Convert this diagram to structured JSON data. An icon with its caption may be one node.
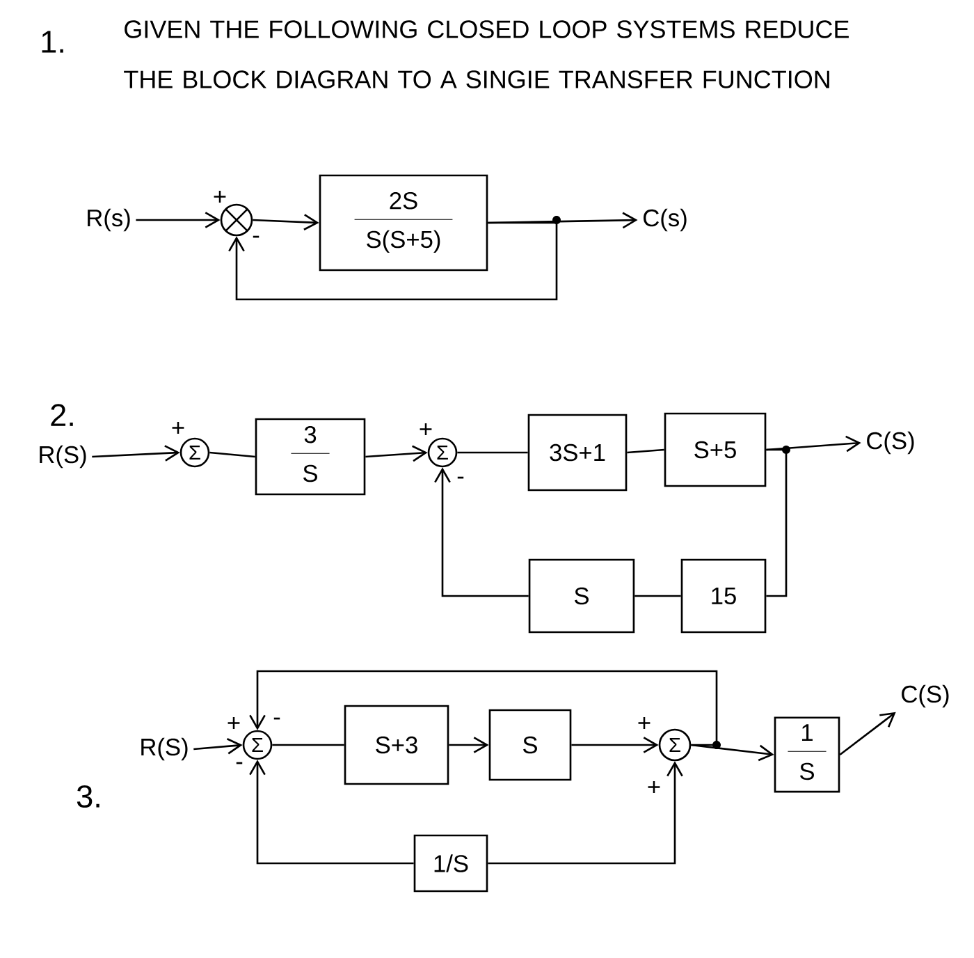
{
  "diagram": {
    "title": "GIVEN THE FOLLOWING CLOSED LOOP SYSTEMS REDUCE THE BLOCK DIAGRAN TO A SINGIE TRANSFER FUNCTION",
    "nodes": [
      {
        "text": [
          "R(s)"
        ]
      },
      {
        "text": [],
        "shape": "circle",
        "beside": [
          "+",
          "-"
        ]
      },
      {
        "text": [
          "2S",
          "S(S+5)"
        ]
      },
      {
        "text": [
          "C(s)"
        ]
      },
      {
        "text": [
          "R(S)"
        ]
      },
      {
        "text": [
          "Σ"
        ],
        "beside": [
          "+"
        ]
      },
      {
        "text": [
          "3",
          "S"
        ]
      },
      {
        "text": [
          "Σ"
        ],
        "beside": [
          "+",
          "-"
        ]
      },
      {
        "text": [
          "3S+1"
        ]
      },
      {
        "text": [
          "S+5"
        ]
      },
      {
        "text": [
          "C(S)"
        ]
      },
      {
        "text": [
          "S"
        ]
      },
      {
        "text": [
          "15"
        ]
      },
      {
        "text": [
          "R(S)"
        ]
      },
      {
        "text": [
          "Σ"
        ],
        "beside": [
          "+",
          "-",
          "-"
        ]
      },
      {
        "text": [
          "S+3"
        ]
      },
      {
        "text": [
          "S"
        ]
      },
      {
        "text": [
          "Σ"
        ],
        "beside": [
          "+",
          "+"
        ]
      },
      {
        "text": [
          "1",
          "S"
        ]
      },
      {
        "text": [
          "C(S)"
        ]
      },
      {
        "text": [
          "1/S"
        ]
      }
    ],
    "edges": [
      {
        "from": 0,
        "to": 1,
        "arrow": "to"
      },
      {
        "from": 1,
        "to": 2,
        "arrow": "to"
      },
      {
        "from": 2,
        "to": 3,
        "arrow": "to"
      },
      {
        "from": 2,
        "to": 1,
        "arrow": "to"
      },
      {
        "from": 4,
        "to": 5,
        "arrow": "to"
      },
      {
        "from": 5,
        "to": 6,
        "arrow": "none"
      },
      {
        "from": 6,
        "to": 7,
        "arrow": "to"
      },
      {
        "from": 7,
        "to": 8,
        "arrow": "none"
      },
      {
        "from": 8,
        "to": 9,
        "arrow": "none"
      },
      {
        "from": 9,
        "to": 10,
        "arrow": "to"
      },
      {
        "from": 9,
        "to": 12,
        "arrow": "none"
      },
      {
        "from": 12,
        "to": 11,
        "arrow": "none"
      },
      {
        "from": 11,
        "to": 7,
        "arrow": "to"
      },
      {
        "from": 13,
        "to": 14,
        "arrow": "to"
      },
      {
        "from": 14,
        "to": 15,
        "arrow": "none"
      },
      {
        "from": 15,
        "to": 16,
        "arrow": "to"
      },
      {
        "from": 16,
        "to": 17,
        "arrow": "to"
      },
      {
        "from": 17,
        "to": 18,
        "arrow": "to"
      },
      {
        "from": 18,
        "to": 19,
        "arrow": "to"
      },
      {
        "from": 17,
        "to": 14,
        "arrow": "to"
      },
      {
        "from": 20,
        "to": 14,
        "arrow": "to"
      },
      {
        "from": 20,
        "to": 17,
        "arrow": "to"
      }
    ],
    "labels": [
      "1.",
      "2.",
      "3."
    ]
  }
}
